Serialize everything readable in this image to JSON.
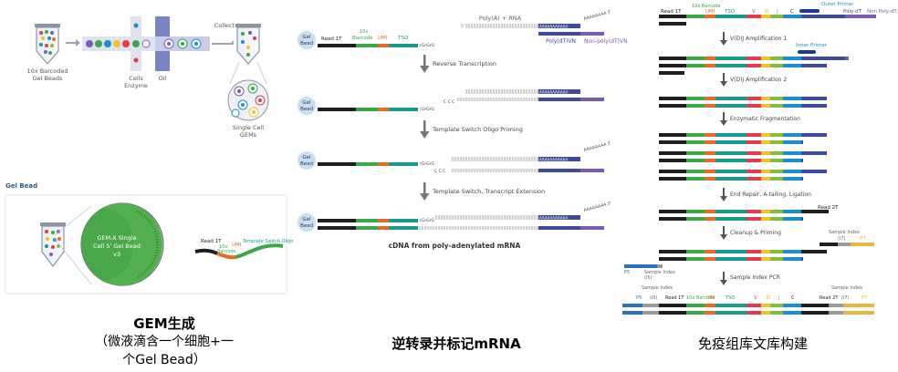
{
  "panels": {
    "gem": {
      "input_label": [
        "10x Barcoded",
        "Gel Beads"
      ],
      "cells_enzyme": [
        "Cells",
        "Enzyme"
      ],
      "oil": "Oil",
      "collect": "Collect",
      "gems_label": [
        "Single Cell",
        "GEMs"
      ],
      "section_title": "Gel Bead",
      "bead_label": [
        "GEM-X Single",
        "Cell 5' Gel Bead",
        "v3"
      ],
      "read1": "Read 1T",
      "barcode": [
        "10x",
        "Barcode"
      ],
      "umi": "UMI",
      "tso": "Template Switch Oligo",
      "caption": [
        "GEM生成",
        "（微液滴含一个细胞+一",
        "个Gel Bead）"
      ]
    },
    "rt": {
      "gel_bead": [
        "Gel",
        "Bead"
      ],
      "read1": "Read 1T",
      "barcode": [
        "10x",
        "Barcode"
      ],
      "umi": "UMI",
      "tso": "TSO",
      "rgrgrg": "rGrGrG",
      "ccc": "C C C",
      "polya_rna": "Poly(A) + RNA",
      "polyA_seq": "AAAAAAAAAAA",
      "tail": "AAAAAAAA 3'",
      "five_prime": "5'",
      "polydt": "Poly(dT)VN",
      "nonpoly": "Non-poly(dT)VN",
      "steps": [
        "Reverse Transcription",
        "Template Switch Oligo Priming",
        "Template Switch, Transcript Extension"
      ],
      "result": "cDNA from poly-adenylated mRNA",
      "caption": "逆转录并标记mRNA"
    },
    "lib": {
      "header_labels": [
        "Read 1T",
        "10x Barcode",
        "UMI",
        "TSO",
        "V",
        "D",
        "J",
        "C",
        "Poly-dT",
        "Non Poly-dT"
      ],
      "outer_primer": "Outer Primer",
      "inner_primer": "Inner Primer",
      "steps": [
        "V(D)J Amplification 1",
        "V(D)J Amplification 2",
        "Enzymatic Fragmentation",
        "End Repair, A-tailing, Ligation",
        "Cleanup & Priming",
        "Sample Index PCR"
      ],
      "read2t": "Read 2T",
      "sample_index": "Sample Index",
      "i7": "(i7)",
      "p7": "P7",
      "p5": "P5",
      "i5": "(i5)",
      "final_labels": [
        "P5",
        "(i5)",
        "Read 1T",
        "10x Barcode",
        "UMI",
        "TSO",
        "V",
        "D",
        "J",
        "C",
        "Read 2T",
        "(i7)",
        "P7"
      ],
      "caption": "免疫组库文库构建"
    }
  },
  "colors": {
    "read1": "#1e1e1e",
    "barcode": "#3aa847",
    "umi": "#ea6a2a",
    "tso": "#1a9a8c",
    "v": "#e23a4e",
    "d": "#f2c12e",
    "j": "#84bd3a",
    "c": "#1a8fd0",
    "polydt": "#3e4b9c",
    "sample": "#e9b53c",
    "p5": "#2a73b8",
    "purple": "#7b5bb5",
    "grey": "#c8c8c8"
  }
}
